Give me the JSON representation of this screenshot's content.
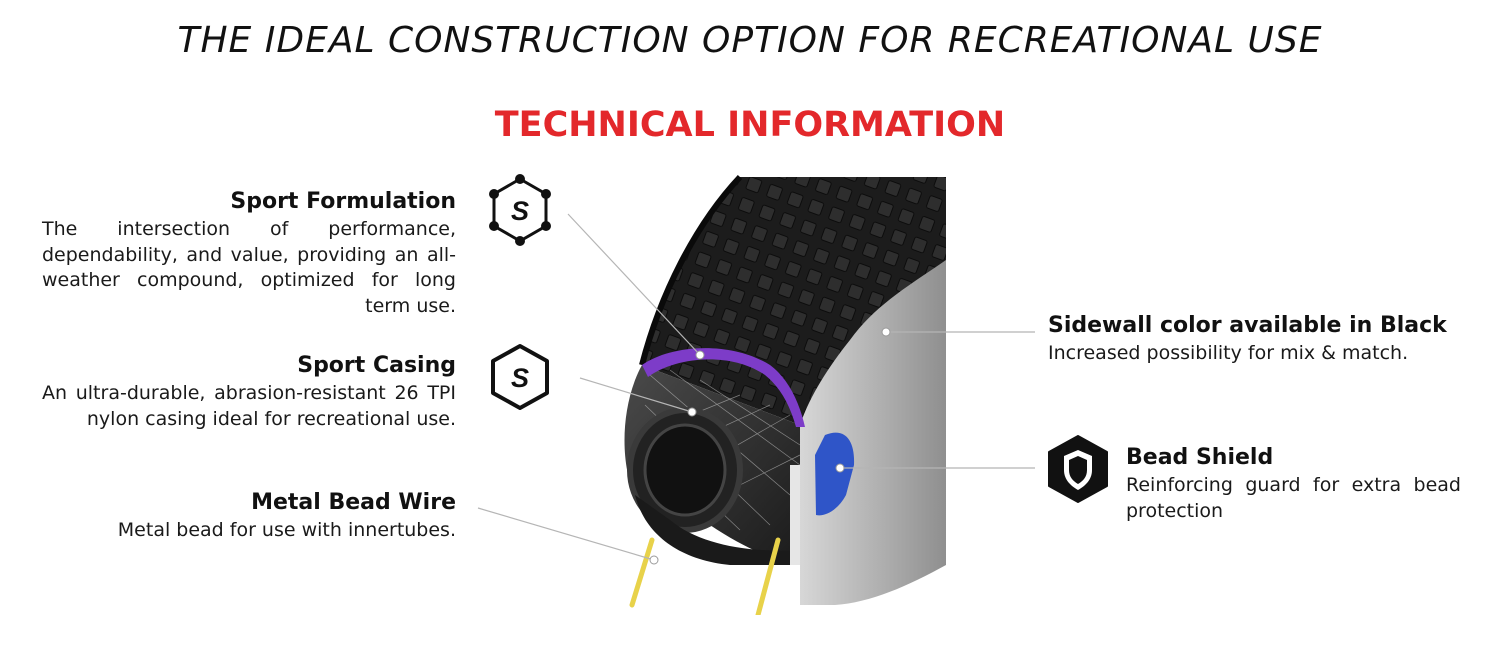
{
  "title": "THE IDEAL CONSTRUCTION OPTION FOR RECREATIONAL USE",
  "section_title": "TECHNICAL INFORMATION",
  "colors": {
    "accent_red": "#e3282b",
    "compound_purple": "#7d3cc8",
    "bead_shield_blue": "#2f55c8",
    "bead_wire_yellow": "#e8d24a"
  },
  "features": {
    "sport_formulation": {
      "title": "Sport Formulation",
      "text": "The intersection of performance, dependability, and value, providing an all-weather compound, optimized for long term use.",
      "icon_letter": "S",
      "icon": "hexagon-molecule-s-icon"
    },
    "sport_casing": {
      "title": "Sport Casing",
      "text": "An ultra-durable, abrasion-resistant 26 TPI nylon casing ideal for recreational use.",
      "icon_letter": "S",
      "icon": "hexagon-s-icon"
    },
    "metal_bead_wire": {
      "title": "Metal Bead Wire",
      "text": "Metal bead for use with innertubes."
    },
    "sidewall_color": {
      "title": "Sidewall color available in Black",
      "text": "Increased possibility for mix & match."
    },
    "bead_shield": {
      "title": "Bead Shield",
      "text": "Reinforcing guard for extra bead protection",
      "icon": "shield-icon"
    }
  }
}
